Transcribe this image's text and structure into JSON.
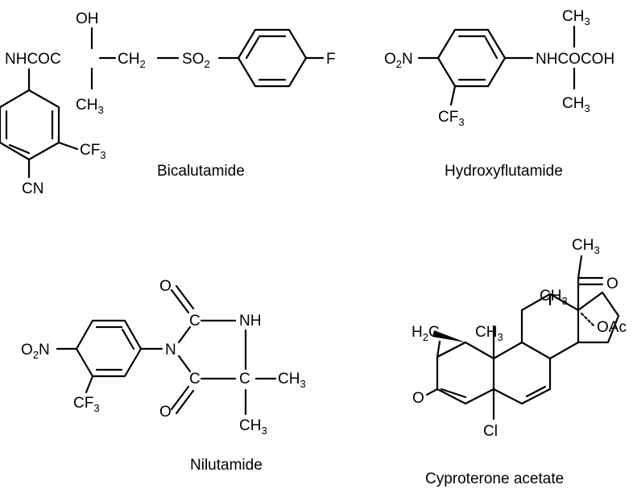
{
  "molecules": {
    "bicalutamide": {
      "name": "Bicalutamide",
      "labels": {
        "oh": "OH",
        "amide": "NHCOC",
        "ch2": "CH",
        "ch2_sub": "2",
        "so2": "SO",
        "so2_sub": "2",
        "f": "F",
        "ch3": "CH",
        "ch3_sub": "3",
        "cf3": "CF",
        "cf3_sub": "3",
        "cn": "CN"
      }
    },
    "hydroxyflutamide": {
      "name": "Hydroxyflutamide",
      "labels": {
        "ch3_top": "CH",
        "ch3_top_sub": "3",
        "o2n": "O",
        "o2n_sub": "2",
        "o2n_n": "N",
        "amide": "NHCOCOH",
        "ch3_bottom": "CH",
        "ch3_bottom_sub": "3",
        "cf3": "CF",
        "cf3_sub": "3"
      }
    },
    "nilutamide": {
      "name": "Nilutamide",
      "labels": {
        "o_top": "O",
        "c_top": "C",
        "nh": "NH",
        "n": "N",
        "o2n": "O",
        "o2n_sub": "2",
        "o2n_n": "N",
        "c_left": "C",
        "c_right": "C",
        "ch3_right": "CH",
        "ch3_right_sub": "3",
        "o_bottom": "O",
        "cf3": "CF",
        "cf3_sub": "3",
        "ch3_bottom": "CH",
        "ch3_bottom_sub": "3"
      }
    },
    "cyproterone_acetate": {
      "name": "Cyproterone acetate",
      "labels": {
        "ch3_top": "CH",
        "ch3_top_sub": "3",
        "o_ketone": "O",
        "ch3_c13": "CH",
        "ch3_c13_sub": "3",
        "oac": "OAc",
        "h2c": "H",
        "h2c_sub": "2",
        "h2c_c": "C",
        "ch3_c10": "CH",
        "ch3_c10_sub": "3",
        "o_ring": "O",
        "cl": "Cl"
      }
    }
  }
}
